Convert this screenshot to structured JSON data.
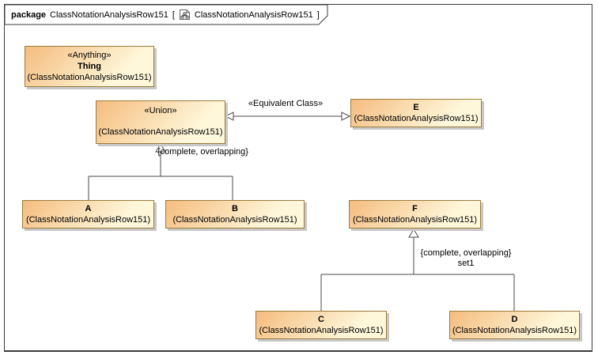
{
  "header": {
    "kind_label": "package",
    "name": "ClassNotationAnalysisRow151",
    "bracket_open": "[",
    "icon": "class-diagram-icon",
    "diagram_name": "ClassNotationAnalysisRow151",
    "bracket_close": "]"
  },
  "nodes": {
    "thing": {
      "stereotype": "«Anything»",
      "name": "Thing",
      "qualifier": "(ClassNotationAnalysisRow151)"
    },
    "union": {
      "stereotype": "«Union»",
      "name": "",
      "qualifier": "(ClassNotationAnalysisRow151)"
    },
    "e": {
      "name": "E",
      "qualifier": "(ClassNotationAnalysisRow151)"
    },
    "a": {
      "name": "A",
      "qualifier": "(ClassNotationAnalysisRow151)"
    },
    "b": {
      "name": "B",
      "qualifier": "(ClassNotationAnalysisRow151)"
    },
    "f": {
      "name": "F",
      "qualifier": "(ClassNotationAnalysisRow151)"
    },
    "c": {
      "name": "C",
      "qualifier": "(ClassNotationAnalysisRow151)"
    },
    "d": {
      "name": "D",
      "qualifier": "(ClassNotationAnalysisRow151)"
    }
  },
  "edges": {
    "equivalent_class": {
      "label": "«Equivalent Class»"
    },
    "generalization_set_union": {
      "constraint": "{complete, overlapping}"
    },
    "generalization_set_f": {
      "constraint": "{complete, overlapping}",
      "name": "set1"
    }
  },
  "colors": {
    "node_fill_start": "#F5BC7E",
    "node_fill_end": "#FEF7DA",
    "node_border": "#9B7A3B",
    "node_shadow": "#C8C8C8",
    "connector_line": "#4A4A4A",
    "frame_border": "#3C3C3C",
    "text": "#000000",
    "background": "#FFFFFF"
  }
}
